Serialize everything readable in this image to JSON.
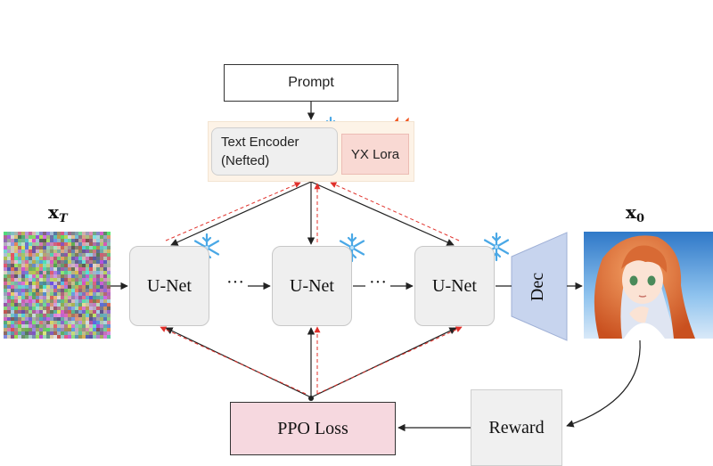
{
  "prompt_label": "Prompt",
  "text_encoder": {
    "line1": "Text Encoder",
    "line2": "(Nefted)"
  },
  "lora_label": "YX Lora",
  "unet_label": "U-Net",
  "dots": "···",
  "decoder_label": "Dec",
  "loss_label": "PPO Loss",
  "reward_label": "Reward",
  "input_label": {
    "main": "x",
    "sub": "T"
  },
  "output_label": {
    "main": "x",
    "sub": "0"
  },
  "icons": {
    "frozen": "snowflake-icon",
    "trainable": "fire-icon"
  },
  "colors": {
    "forward_arrow": "#222222",
    "backward_arrow": "#e0302a",
    "ppo_fill": "#f6d8df",
    "lora_fill": "#f9d9d3",
    "decoder_fill": "#c7d4ee",
    "snowflake": "#4aa8e6"
  }
}
